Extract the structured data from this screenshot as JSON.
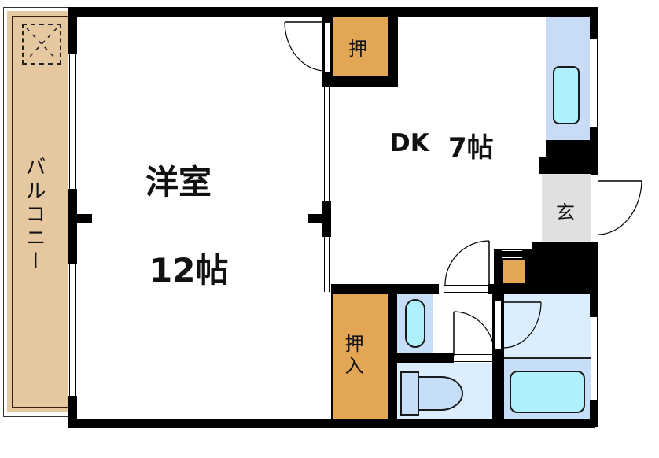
{
  "floorplan": {
    "rooms": {
      "western_room": {
        "name": "洋室",
        "size": "12帖"
      },
      "dining_kitchen": {
        "name": "DK",
        "size": "7帖"
      },
      "balcony": {
        "name": "バルコニー"
      },
      "entrance": {
        "name": "玄"
      },
      "closet_top": {
        "name": "押"
      },
      "closet_bottom": {
        "name": "押入"
      }
    },
    "colors": {
      "wall": "#000000",
      "balcony": "#e6c8a0",
      "closet": "#e3a655",
      "entrance": "#e0e0e0",
      "kitchen_counter": "#c8dcf8",
      "wet_area_light": "#dceefd",
      "wet_area": "#c6def8",
      "fixture": "#aef0fb"
    }
  }
}
